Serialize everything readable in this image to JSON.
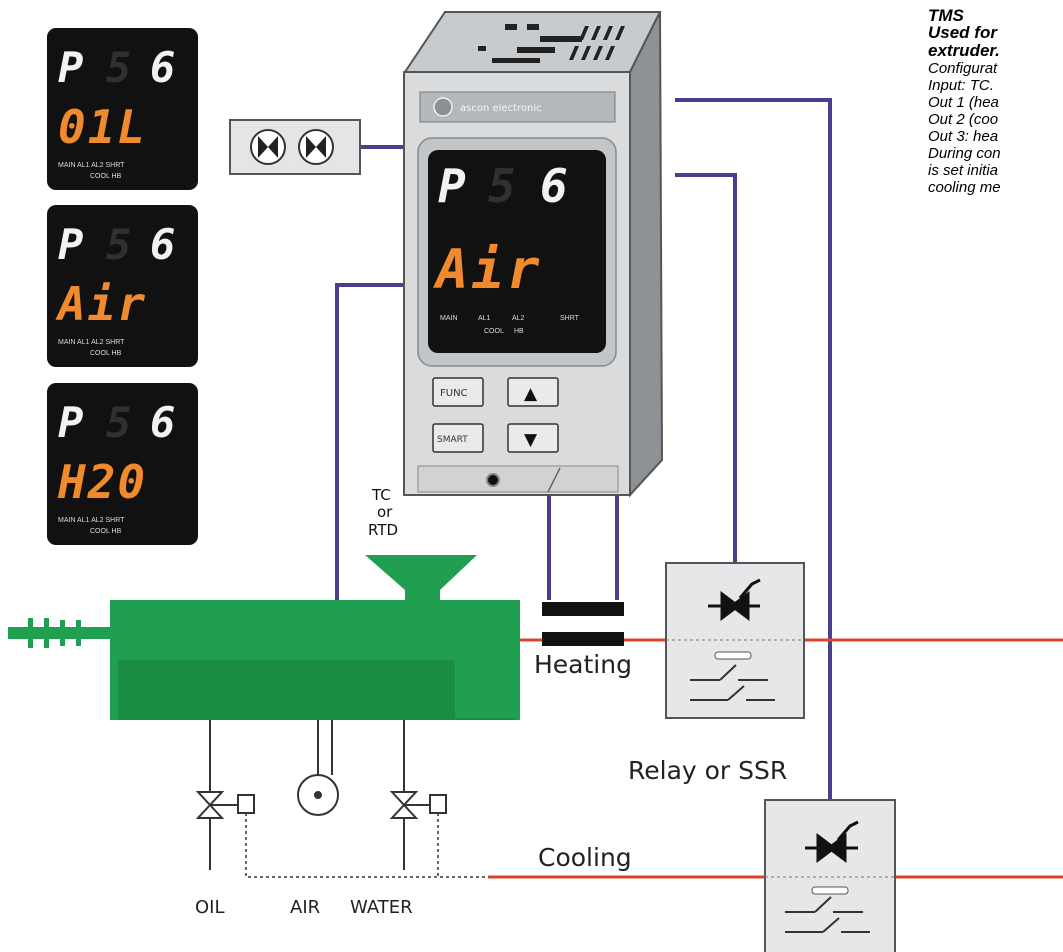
{
  "displays": [
    {
      "top": "P",
      "mid": "5",
      "right": "6",
      "bottom": "01L"
    },
    {
      "top": "P",
      "mid": "5",
      "right": "6",
      "bottom": "Air"
    },
    {
      "top": "P",
      "mid": "5",
      "right": "6",
      "bottom": "H20"
    }
  ],
  "indicator_labels": [
    "MAIN",
    "AL1",
    "AL2",
    "SHRT",
    "COOL",
    "HB"
  ],
  "controller": {
    "brand": "ascon electronic",
    "display_top": "P",
    "display_mid": "5",
    "display_right": "6",
    "display_bottom": "Air",
    "buttons": {
      "func": "FUNC",
      "smart": "SMART",
      "up": "▲",
      "down": "▼"
    }
  },
  "labels": {
    "sensor_l1": "TC",
    "sensor_l2": "or",
    "sensor_l3": "RTD",
    "heating": "Heating",
    "relay": "Relay or SSR",
    "cooling": "Cooling",
    "oil": "OIL",
    "air": "AIR",
    "water": "WATER"
  },
  "tms": {
    "title": "TMS",
    "subtitle_1": "Used for",
    "subtitle_2": "extruder.",
    "lines": [
      "Configurat",
      "Input: TC.",
      "Out 1 (hea",
      "Out 2 (coo",
      "Out 3: hea",
      "During con",
      "is set initia",
      "cooling me"
    ]
  },
  "colors": {
    "wire": "#4a3f8c",
    "power_line": "#d9442a",
    "extruder": "#1f9f4f",
    "display_digits_top": "#f2f2f2",
    "display_digits_bottom": "#f08a2c"
  }
}
